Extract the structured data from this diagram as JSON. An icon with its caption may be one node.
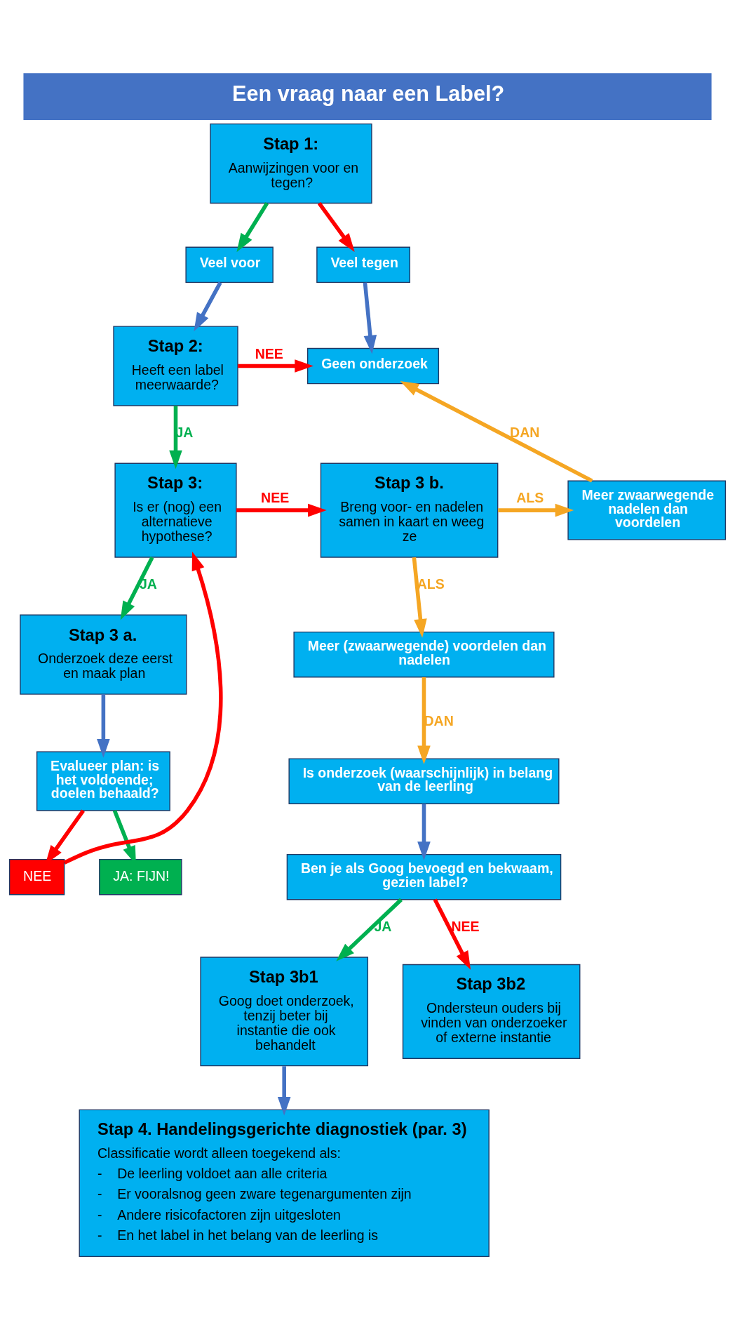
{
  "diagram": {
    "title": "Een vraag naar een Label?",
    "nodes": [
      {
        "text": [
          "Stap 1:",
          "Aanwijzingen voor en tegen?"
        ]
      },
      {
        "text": [
          "Veel voor"
        ]
      },
      {
        "text": [
          "Veel tegen"
        ]
      },
      {
        "text": [
          "Stap 2:",
          "Heeft een label meerwaarde?"
        ]
      },
      {
        "text": [
          "Geen onderzoek"
        ]
      },
      {
        "text": [
          "Stap 3:",
          "Is er (nog) een alternatieve hypothese?"
        ]
      },
      {
        "text": [
          "Stap 3 b.",
          "Breng voor- en nadelen samen in kaart en weeg ze"
        ]
      },
      {
        "text": [
          "Meer zwaarwegende nadelen dan voordelen"
        ]
      },
      {
        "text": [
          "Stap 3 a.",
          "Onderzoek deze eerst en maak plan"
        ]
      },
      {
        "text": [
          "Meer (zwaarwegende) voordelen dan nadelen"
        ]
      },
      {
        "text": [
          "Evalueer plan: is het voldoende; doelen behaald?"
        ]
      },
      {
        "text": [
          "Is onderzoek (waarschijnlijk) in belang van de leerling"
        ]
      },
      {
        "text": [
          "NEE"
        ]
      },
      {
        "text": [
          "JA: FIJN!"
        ]
      },
      {
        "text": [
          "Ben je als Goog bevoegd en bekwaam, gezien label?"
        ]
      },
      {
        "text": [
          "Stap 3b1",
          "Goog doet onderzoek, tenzij beter bij instantie die ook behandelt"
        ]
      },
      {
        "text": [
          "Stap 3b2",
          "Ondersteun ouders bij vinden van onderzoeker of externe instantie"
        ]
      },
      {
        "text": [
          "Stap 4. Handelingsgerichte diagnostiek (par. 3)",
          "Classificatie wordt alleen toegekend als:",
          "-    De leerling voldoet aan alle criteria",
          "-    Er vooralsnog geen zware tegenargumenten zijn",
          "-    Andere risicofactoren zijn uitgesloten",
          "-    En het label in het belang van de leerling is"
        ]
      }
    ],
    "edges": [
      {
        "from": 0,
        "to": 1,
        "arrow": "to",
        "color": "#00b050"
      },
      {
        "from": 0,
        "to": 2,
        "arrow": "to",
        "color": "#ff0000"
      },
      {
        "from": 1,
        "to": 3,
        "arrow": "to",
        "color": "#4472c4"
      },
      {
        "from": 2,
        "to": 4,
        "arrow": "to",
        "color": "#4472c4"
      },
      {
        "from": 3,
        "to": 4,
        "label": "NEE",
        "arrow": "to",
        "color": "#ff0000"
      },
      {
        "from": 3,
        "to": 5,
        "label": "JA",
        "arrow": "to",
        "color": "#00b050"
      },
      {
        "from": 5,
        "to": 6,
        "label": "NEE",
        "arrow": "to",
        "color": "#ff0000"
      },
      {
        "from": 6,
        "to": 7,
        "label": "ALS",
        "arrow": "to",
        "color": "#f5a623"
      },
      {
        "from": 7,
        "to": 4,
        "label": "DAN",
        "arrow": "to",
        "color": "#f5a623"
      },
      {
        "from": 5,
        "to": 8,
        "label": "JA",
        "arrow": "to",
        "color": "#00b050"
      },
      {
        "from": 6,
        "to": 9,
        "label": "ALS",
        "arrow": "to",
        "color": "#f5a623"
      },
      {
        "from": 8,
        "to": 10,
        "arrow": "to",
        "color": "#4472c4"
      },
      {
        "from": 9,
        "to": 11,
        "label": "DAN",
        "arrow": "to",
        "color": "#f5a623"
      },
      {
        "from": 10,
        "to": 12,
        "arrow": "to",
        "color": "#ff0000"
      },
      {
        "from": 10,
        "to": 13,
        "arrow": "to",
        "color": "#00b050"
      },
      {
        "from": 11,
        "to": 14,
        "arrow": "to",
        "color": "#4472c4"
      },
      {
        "from": 14,
        "to": 15,
        "label": "JA",
        "arrow": "to",
        "color": "#00b050"
      },
      {
        "from": 14,
        "to": 16,
        "label": "NEE",
        "arrow": "to",
        "color": "#ff0000"
      },
      {
        "from": 15,
        "to": 17,
        "arrow": "to",
        "color": "#4472c4"
      },
      {
        "from": 12,
        "to": 5,
        "arrow": "to",
        "color": "#ff0000"
      }
    ]
  }
}
